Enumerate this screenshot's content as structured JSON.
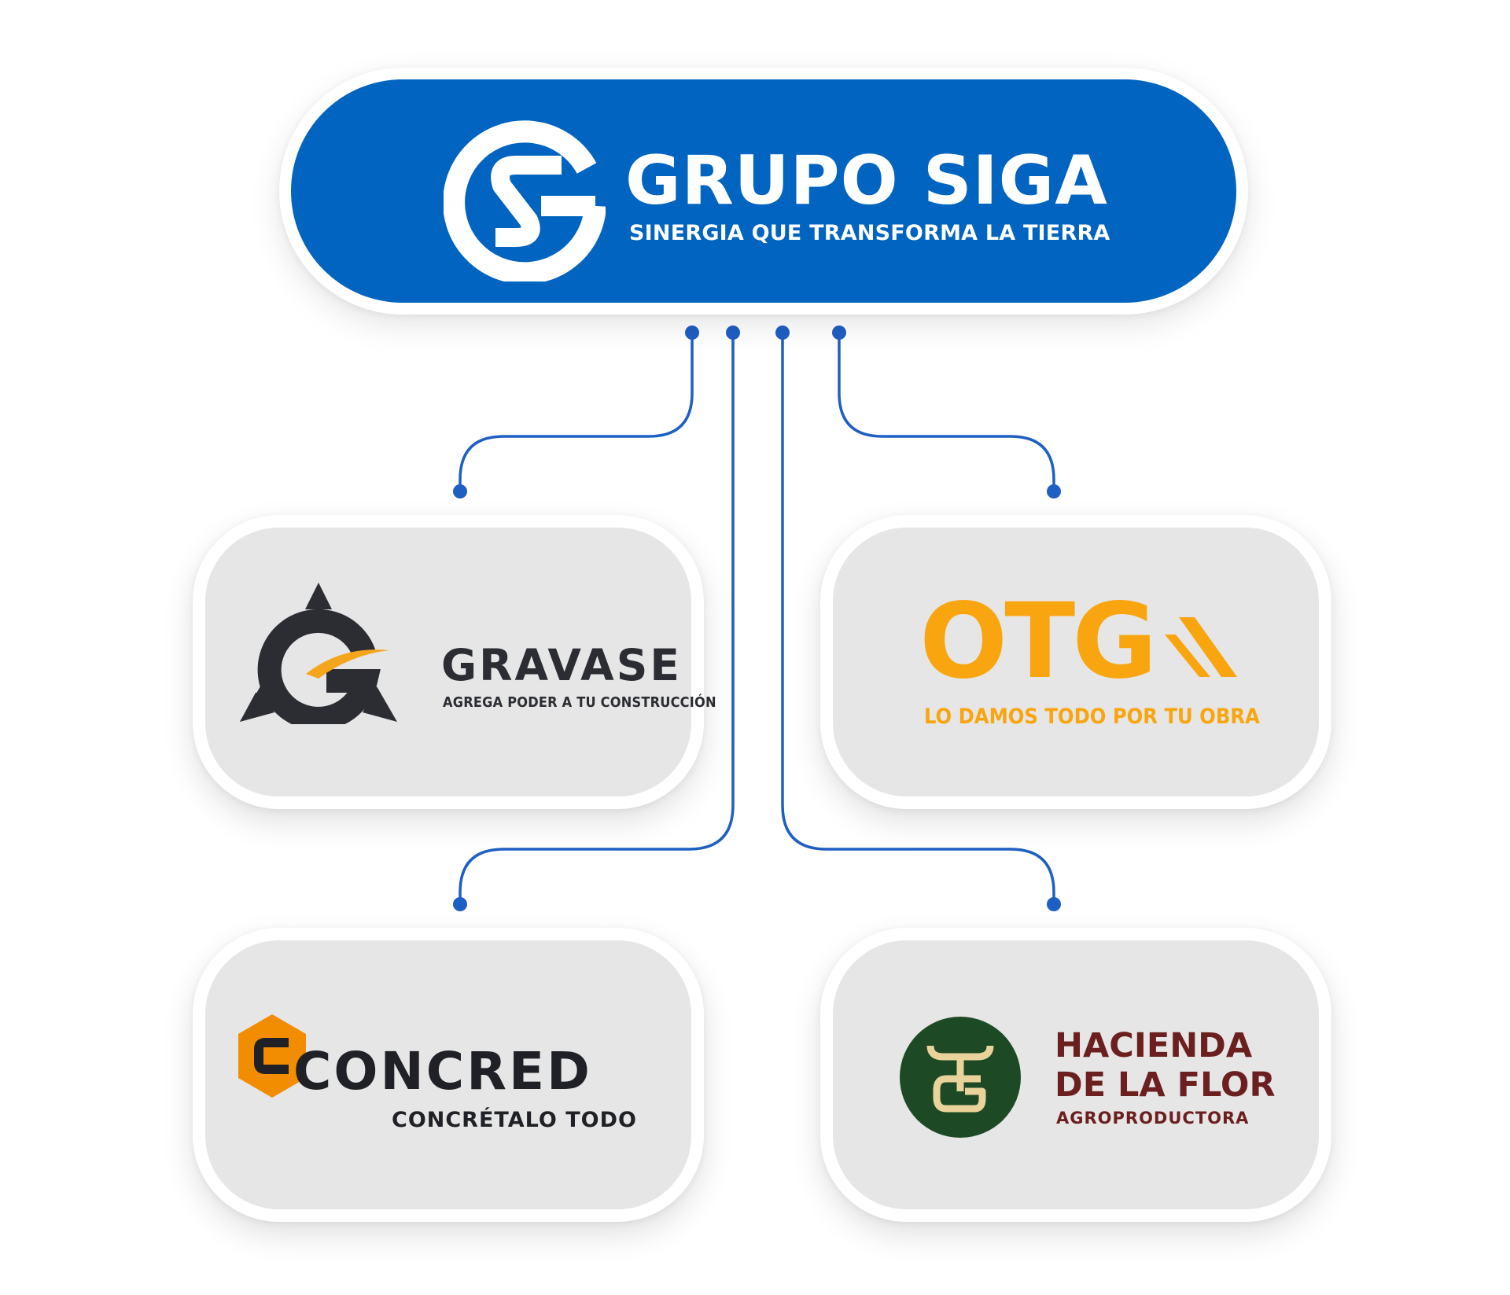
{
  "colors": {
    "primary_blue": "#0064c0",
    "connector": "#1e5fc4",
    "card_bg": "#e6e6e6",
    "gravase_dark": "#2b2d33",
    "gravase_accent": "#f4a51c",
    "otg_orange": "#f9a50f",
    "concred_orange": "#f28c00",
    "concred_dark": "#1f2126",
    "hacienda_green": "#1d4a25",
    "hacienda_maroon": "#6b1f1f",
    "hacienda_cream": "#e9d39b"
  },
  "parent": {
    "logo_icon": "siga-circle-g-s-logo",
    "name": "GRUPO SIGA",
    "tagline": "SINERGIA QUE TRANSFORMA LA TIERRA"
  },
  "children": {
    "gravase": {
      "logo_icon": "gravase-triangle-g-logo",
      "name": "GRAVASE",
      "tagline": "AGREGA PODER A TU CONSTRUCCIÓN"
    },
    "otg": {
      "logo_text": "OTG",
      "tagline": "LO DAMOS TODO POR TU OBRA"
    },
    "concred": {
      "logo_icon": "concred-hexagon-c-logo",
      "name": "CONCRED",
      "tagline": "CONCRÉTALO TODO"
    },
    "hacienda": {
      "logo_icon": "hacienda-circle-monogram-logo",
      "name_line1": "HACIENDA",
      "name_line2": "DE LA FLOR",
      "tagline": "AGROPRODUCTORA"
    }
  }
}
